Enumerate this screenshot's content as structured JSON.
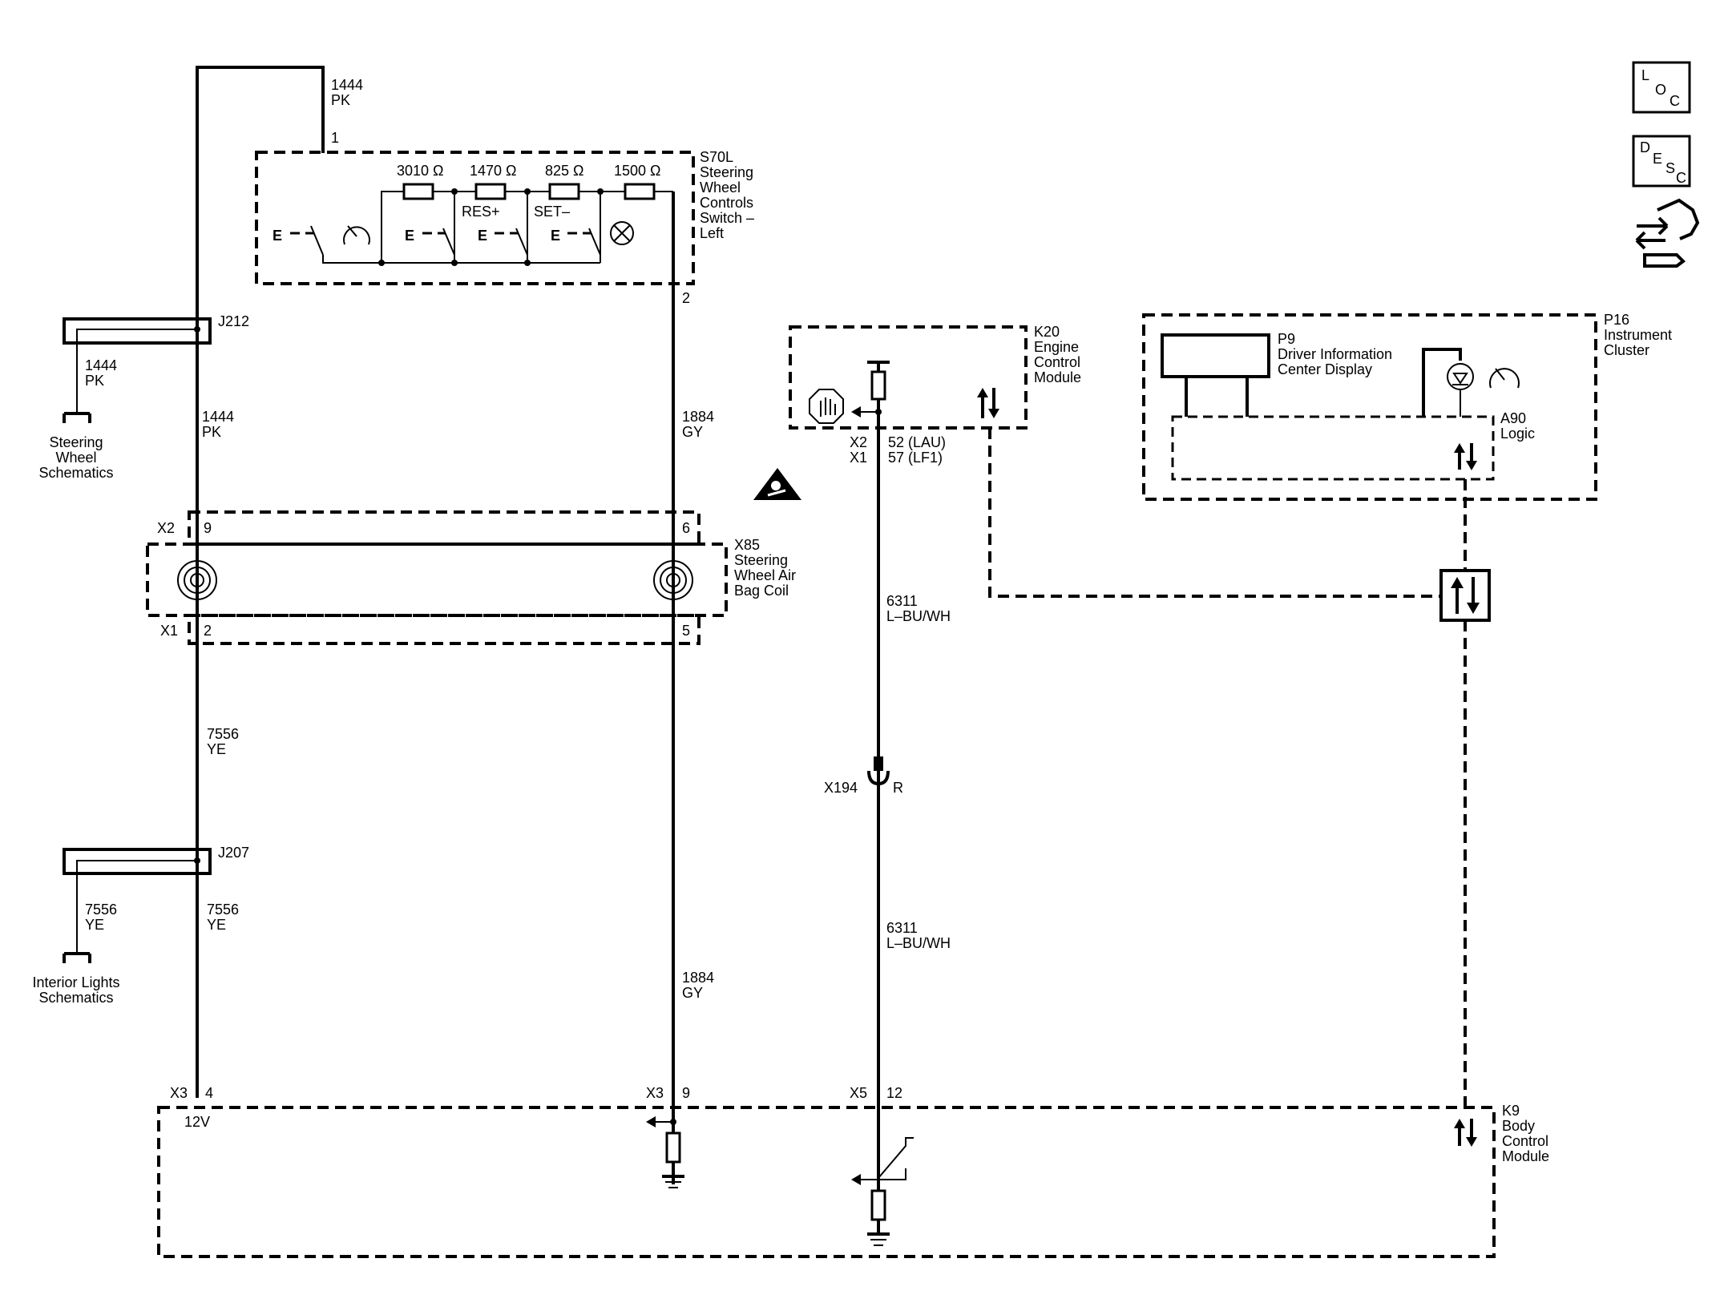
{
  "nav": {
    "loc": {
      "l1": "L",
      "l2": "O",
      "l3": "C"
    },
    "desc": {
      "l1": "D",
      "l2": "E",
      "l3": "S",
      "l4": "C"
    }
  },
  "s70l": {
    "label": [
      "S70L",
      "Steering",
      "Wheel",
      "Controls",
      "Switch –",
      "Left"
    ],
    "pin_in": "1",
    "pin_out": "2",
    "resistors": [
      "3010 Ω",
      "1470 Ω",
      "825 Ω",
      "1500 Ω"
    ],
    "switch_labels": [
      "RES+",
      "SET–"
    ],
    "switch_letters": [
      "E",
      "E",
      "E",
      "E"
    ]
  },
  "wires": {
    "top_1444": {
      "num": "1444",
      "color": "PK"
    },
    "j212_branch": {
      "num": "1444",
      "color": "PK"
    },
    "mid_1444": {
      "num": "1444",
      "color": "PK"
    },
    "gy_1884_upper": {
      "num": "1884",
      "color": "GY"
    },
    "gy_1884_lower": {
      "num": "1884",
      "color": "GY"
    },
    "ye_7556_upper": {
      "num": "7556",
      "color": "YE"
    },
    "ye_7556_branch": {
      "num": "7556",
      "color": "YE"
    },
    "ye_7556_lower": {
      "num": "7556",
      "color": "YE"
    },
    "lbu_6311_upper": {
      "num": "6311",
      "color": "L–BU/WH"
    },
    "lbu_6311_lower": {
      "num": "6311",
      "color": "L–BU/WH"
    }
  },
  "splices": {
    "j212": "J212",
    "j207": "J207"
  },
  "refs": {
    "steering_wheel": [
      "Steering",
      "Wheel",
      "Schematics"
    ],
    "interior_lights": [
      "Interior Lights",
      "Schematics"
    ]
  },
  "x85": {
    "label": [
      "X85",
      "Steering",
      "Wheel Air",
      "Bag Coil"
    ],
    "x2": "X2",
    "x1": "X1",
    "pin9": "9",
    "pin6": "6",
    "pin2": "2",
    "pin5": "5"
  },
  "k20": {
    "label": [
      "K20",
      "Engine",
      "Control",
      "Module"
    ],
    "x2": "X2",
    "x1": "X1",
    "pin_x2": "52 (LAU)",
    "pin_x1": "57 (LF1)"
  },
  "x194": {
    "label": "X194",
    "side": "R"
  },
  "p16": {
    "label": [
      "P16",
      "Instrument",
      "Cluster"
    ]
  },
  "p9": {
    "label": [
      "P9",
      "Driver Information",
      "Center Display"
    ]
  },
  "a90": {
    "label": [
      "A90",
      "Logic"
    ]
  },
  "k9": {
    "label": [
      "K9",
      "Body",
      "Control",
      "Module"
    ],
    "x3a": "X3",
    "pin4": "4",
    "x3b": "X3",
    "pin9": "9",
    "x5": "X5",
    "pin12": "12",
    "v12": "12V"
  }
}
